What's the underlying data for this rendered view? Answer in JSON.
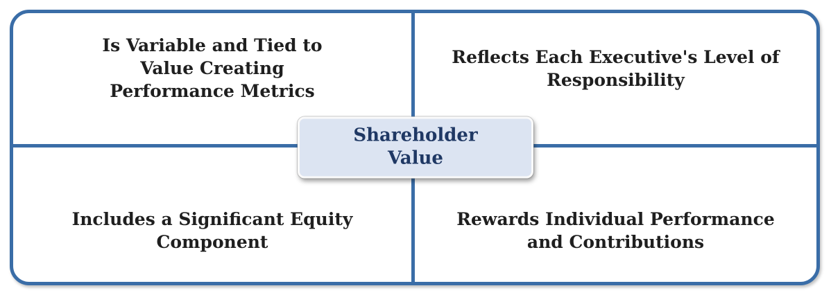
{
  "diagram": {
    "title": "Shareholder Value compensation principles quadrant",
    "center": {
      "label": "Shareholder\nValue"
    },
    "quadrants": {
      "top_left": {
        "text": "Is Variable and Tied to\nValue Creating\nPerformance Metrics"
      },
      "top_right": {
        "text": "Reflects Each Executive's Level of\nResponsibility"
      },
      "bottom_left": {
        "text": "Includes a Significant Equity\nComponent"
      },
      "bottom_right": {
        "text": "Rewards Individual Performance\nand Contributions"
      }
    }
  },
  "colors": {
    "border_blue": "#3a6da7",
    "center_fill": "#dce4f2",
    "center_text": "#1f3864",
    "quadrant_text": "#1f1f1f",
    "canvas_bg": "#ffffff"
  }
}
